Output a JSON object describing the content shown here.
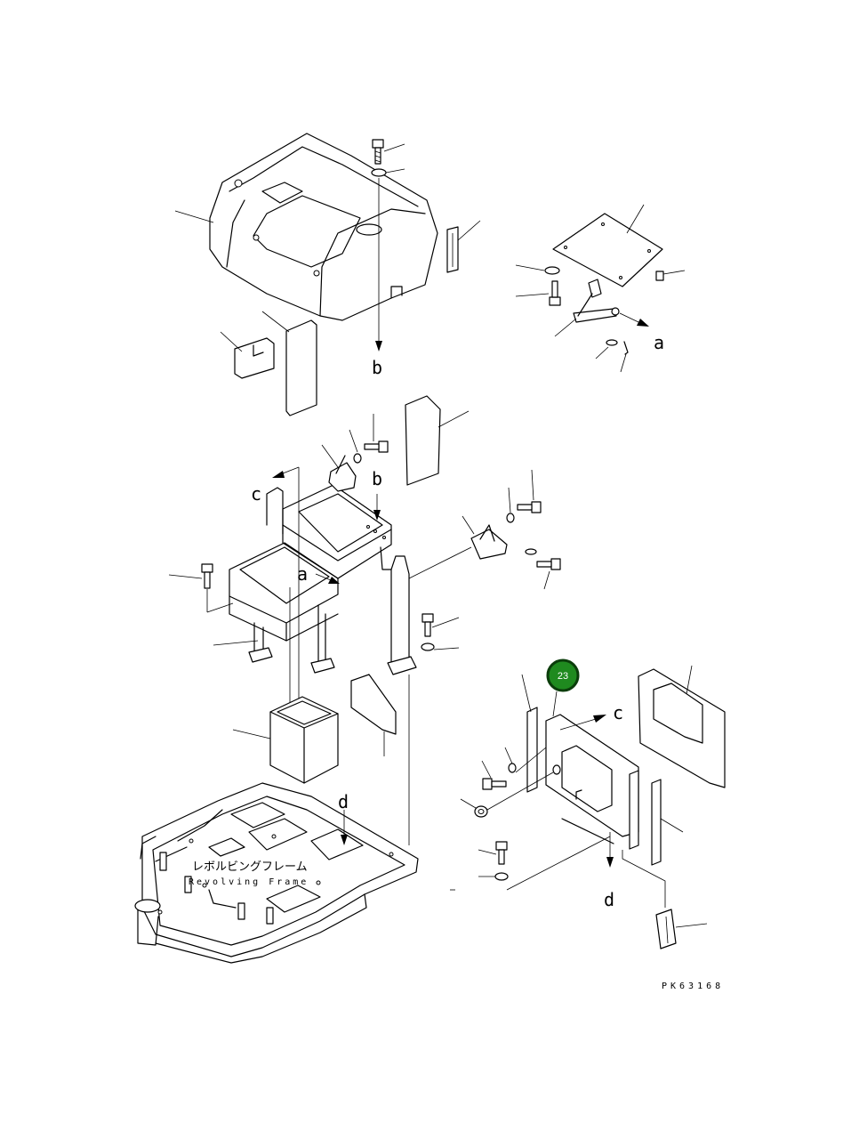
{
  "labels": {
    "a1": "a",
    "a2": "a",
    "b1": "b",
    "b2": "b",
    "c1": "c",
    "c2": "c",
    "d1": "d",
    "d2": "d"
  },
  "frame_label_jp": "レボルビングフレーム",
  "frame_label_en": "Revolving Frame",
  "drawing_code": "PK63168",
  "callout": {
    "number": "23",
    "color": "#1f8a1f"
  }
}
